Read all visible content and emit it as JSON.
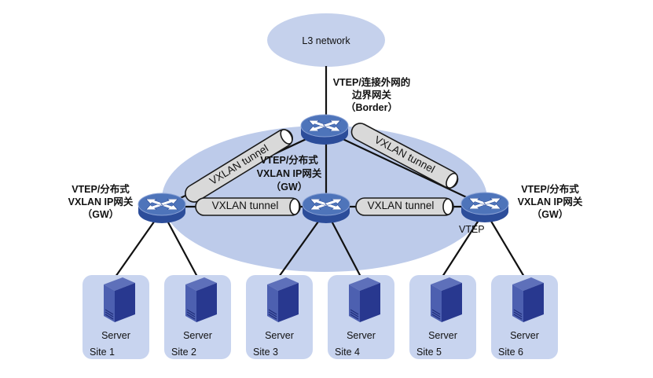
{
  "colors": {
    "background": "#ffffff",
    "overlay_ellipse": "#bdcbea",
    "cloud_fill": "#c5d1ec",
    "site_fill": "#c8d4ef",
    "tunnel_fill": "#d9d9d9",
    "tunnel_outline": "#1a1a1a",
    "router_top": "#4e74ba",
    "router_side": "#2c4d9a",
    "server_front": "#4d60b0",
    "server_side": "#28388f",
    "server_top": "#5e70ba",
    "link_line": "#111111",
    "text": "#111111"
  },
  "cloud": {
    "label": "L3 network"
  },
  "border": {
    "line1": "VTEP/连接外网的",
    "line2": "边界网关",
    "line3": "（Border）"
  },
  "gateways": [
    {
      "id": "left",
      "line1": "VTEP/分布式",
      "line2": "VXLAN IP网关",
      "line3": "（GW）"
    },
    {
      "id": "middle",
      "line1": "VTEP/分布式",
      "line2": "VXLAN IP网关",
      "line3": "（GW）"
    },
    {
      "id": "right",
      "line1": "VTEP/分布式",
      "line2": "VXLAN IP网关",
      "line3": "（GW）"
    }
  ],
  "vtep_label": "VTEP",
  "tunnels": [
    {
      "id": "border-to-left-gw",
      "label": "VXLAN tunnel"
    },
    {
      "id": "border-to-right-gw",
      "label": "VXLAN tunnel"
    },
    {
      "id": "left-gw-to-mid-gw",
      "label": "VXLAN tunnel"
    },
    {
      "id": "mid-gw-to-right-gw",
      "label": "VXLAN tunnel"
    }
  ],
  "sites": [
    {
      "site_label": "Site 1",
      "server_label": "Server"
    },
    {
      "site_label": "Site 2",
      "server_label": "Server"
    },
    {
      "site_label": "Site 3",
      "server_label": "Server"
    },
    {
      "site_label": "Site 4",
      "server_label": "Server"
    },
    {
      "site_label": "Site 5",
      "server_label": "Server"
    },
    {
      "site_label": "Site 6",
      "server_label": "Server"
    }
  ]
}
